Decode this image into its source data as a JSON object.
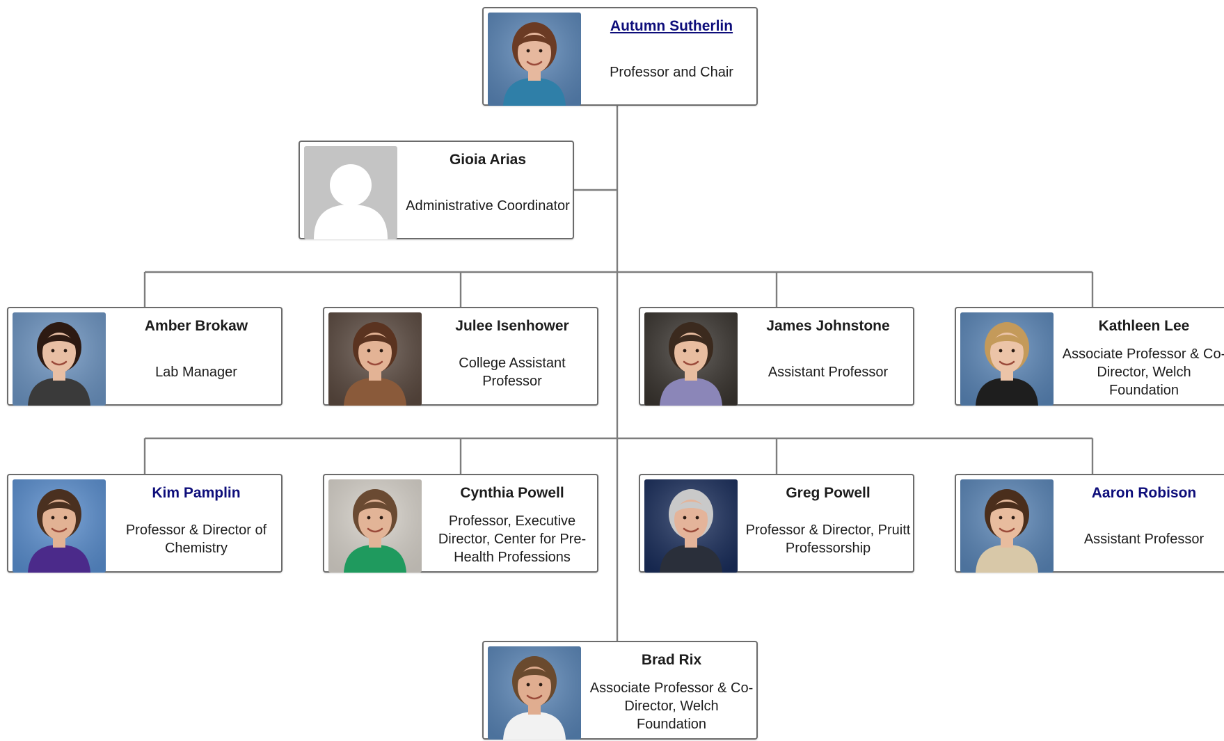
{
  "org_chart": {
    "nodes": [
      {
        "id": "sutherlin",
        "name": "Autumn Sutherlin",
        "role": "Professor and Chair",
        "name_style": "link",
        "photo": "person-photo-woman-long-brown-hair-blue-top",
        "photo_colors": {
          "bg": "#5a86b8",
          "skin": "#e6b89e",
          "hair": "#6b3b24",
          "clothes": "#2f7fa8"
        }
      },
      {
        "id": "arias",
        "name": "Gioia Arias",
        "role": "Administrative Coordinator",
        "name_style": "plain",
        "photo": "default-avatar-silhouette",
        "photo_colors": {
          "bg": "#c4c4c4",
          "fg": "#ffffff"
        }
      },
      {
        "id": "brokaw",
        "name": "Amber Brokaw",
        "role": "Lab Manager",
        "name_style": "plain",
        "photo": "person-photo-woman-dark-hair",
        "photo_colors": {
          "bg": "#6c94c2",
          "skin": "#e8bfa4",
          "hair": "#2d1a12",
          "clothes": "#3a3a3a"
        }
      },
      {
        "id": "isenhower",
        "name": "Julee Isenhower",
        "role": "College Assistant Professor",
        "name_style": "plain",
        "photo": "person-photo-woman-brown-hair",
        "photo_colors": {
          "bg": "#5b4a40",
          "skin": "#e3b395",
          "hair": "#5a3320",
          "clothes": "#8a5a3a"
        }
      },
      {
        "id": "johnstone",
        "name": "James Johnstone",
        "role": "Assistant Professor",
        "name_style": "plain",
        "photo": "person-photo-man-short-hair",
        "photo_colors": {
          "bg": "#3a3530",
          "skin": "#e8bda0",
          "hair": "#3b2a1e",
          "clothes": "#8b86b8"
        }
      },
      {
        "id": "lee",
        "name": "Kathleen Lee",
        "role": "Associate Professor & Co-Director, Welch Foundation",
        "name_style": "plain",
        "photo": "person-photo-woman-blonde-hair",
        "photo_colors": {
          "bg": "#5a86b8",
          "skin": "#ecc4a8",
          "hair": "#c49a5a",
          "clothes": "#1e1e1e"
        }
      },
      {
        "id": "pamplin",
        "name": "Kim Pamplin",
        "role": "Professor & Director of Chemistry",
        "name_style": "blue",
        "photo": "person-photo-man-glasses-purple-shirt",
        "photo_colors": {
          "bg": "#5a8fd0",
          "skin": "#e2b294",
          "hair": "#4a3020",
          "clothes": "#4b2a8a"
        }
      },
      {
        "id": "cpowell",
        "name": "Cynthia Powell",
        "role": "Professor, Executive Director, Center for Pre-Health Professions",
        "name_style": "plain",
        "photo": "person-photo-woman-green-top",
        "photo_colors": {
          "bg": "#d9d4cc",
          "skin": "#e2b497",
          "hair": "#6a4a32",
          "clothes": "#1f9a5e"
        }
      },
      {
        "id": "gpowell",
        "name": "Greg Powell",
        "role": "Professor & Director, Pruitt Professorship",
        "name_style": "plain",
        "photo": "person-photo-man-gray-hair-suit",
        "photo_colors": {
          "bg": "#1a2e5c",
          "skin": "#e4b49a",
          "hair": "#c9c9c9",
          "clothes": "#2a2f3a"
        }
      },
      {
        "id": "robison",
        "name": "Aaron Robison",
        "role": "Assistant Professor",
        "name_style": "blue",
        "photo": "person-photo-man-tan-jacket",
        "photo_colors": {
          "bg": "#5a86b8",
          "skin": "#e8bc9e",
          "hair": "#4a2e1c",
          "clothes": "#d8c8a8"
        }
      },
      {
        "id": "rix",
        "name": "Brad Rix",
        "role": "Associate Professor & Co-Director, Welch Foundation",
        "name_style": "plain",
        "photo": "person-photo-man-beard",
        "photo_colors": {
          "bg": "#5a86b8",
          "skin": "#e0ad90",
          "hair": "#6a4a2e",
          "clothes": "#f2f2f2"
        }
      }
    ],
    "edges": [
      [
        "sutherlin",
        "arias"
      ],
      [
        "sutherlin",
        "brokaw"
      ],
      [
        "sutherlin",
        "isenhower"
      ],
      [
        "sutherlin",
        "johnstone"
      ],
      [
        "sutherlin",
        "lee"
      ],
      [
        "sutherlin",
        "pamplin"
      ],
      [
        "sutherlin",
        "cpowell"
      ],
      [
        "sutherlin",
        "gpowell"
      ],
      [
        "sutherlin",
        "robison"
      ],
      [
        "sutherlin",
        "rix"
      ]
    ],
    "connector_color": "#7d7d7d"
  }
}
